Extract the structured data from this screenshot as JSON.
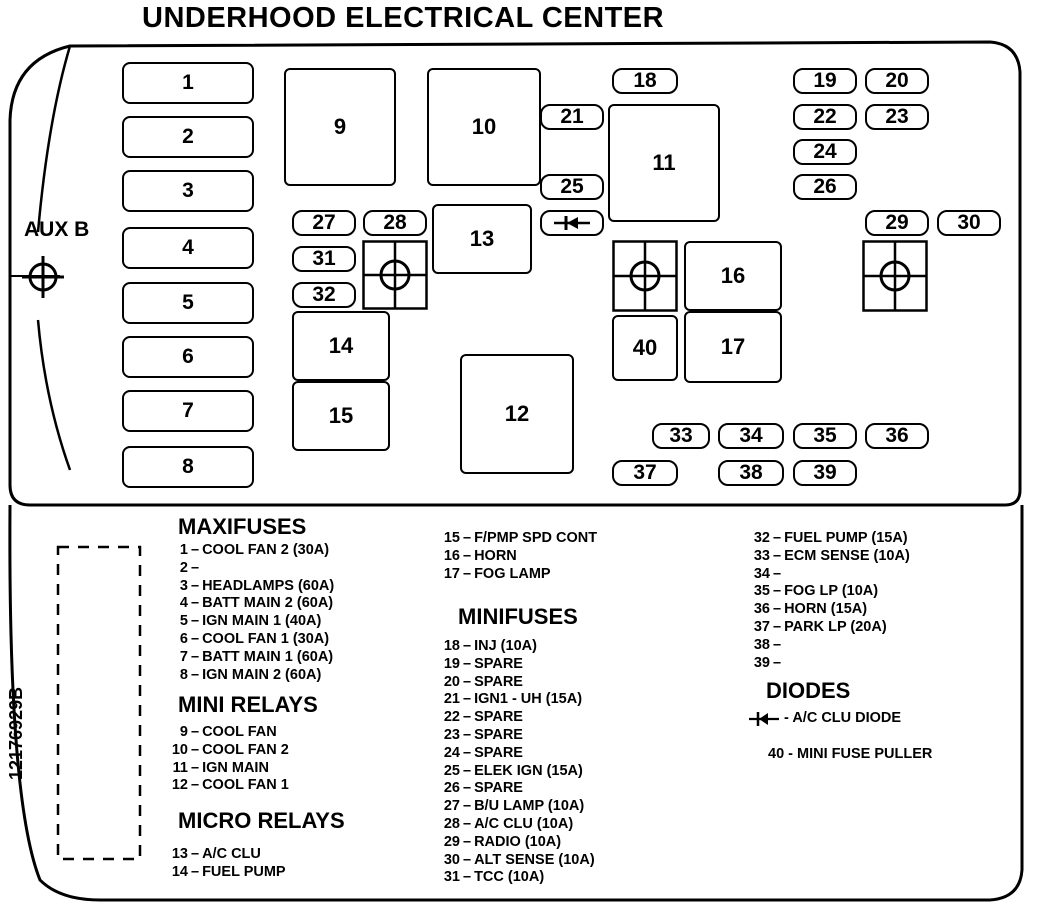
{
  "title": "UNDERHOOD ELECTRICAL CENTER",
  "aux_label": "AUX B",
  "part_number": "12176929B",
  "slots": {
    "s1": "1",
    "s2": "2",
    "s3": "3",
    "s4": "4",
    "s5": "5",
    "s6": "6",
    "s7": "7",
    "s8": "8",
    "s9": "9",
    "s10": "10",
    "s11": "11",
    "s12": "12",
    "s13": "13",
    "s14": "14",
    "s15": "15",
    "s16": "16",
    "s17": "17",
    "s18": "18",
    "s19": "19",
    "s20": "20",
    "s21": "21",
    "s22": "22",
    "s23": "23",
    "s24": "24",
    "s25": "25",
    "s26": "26",
    "s27": "27",
    "s28": "28",
    "s29": "29",
    "s30": "30",
    "s31": "31",
    "s32": "32",
    "s33": "33",
    "s34": "34",
    "s35": "35",
    "s36": "36",
    "s37": "37",
    "s38": "38",
    "s39": "39",
    "s40": "40"
  },
  "legend": {
    "maxifuses": {
      "heading": "MAXIFUSES",
      "items": [
        {
          "num": "1",
          "text": "COOL FAN 2 (30A)"
        },
        {
          "num": "2",
          "text": ""
        },
        {
          "num": "3",
          "text": "HEADLAMPS (60A)"
        },
        {
          "num": "4",
          "text": "BATT MAIN 2 (60A)"
        },
        {
          "num": "5",
          "text": "IGN MAIN 1 (40A)"
        },
        {
          "num": "6",
          "text": "COOL FAN 1 (30A)"
        },
        {
          "num": "7",
          "text": "BATT MAIN 1 (60A)"
        },
        {
          "num": "8",
          "text": "IGN MAIN 2 (60A)"
        }
      ]
    },
    "mini_relays": {
      "heading": "MINI RELAYS",
      "items": [
        {
          "num": "9",
          "text": "COOL FAN"
        },
        {
          "num": "10",
          "text": "COOL FAN 2"
        },
        {
          "num": "11",
          "text": "IGN MAIN"
        },
        {
          "num": "12",
          "text": "COOL FAN 1"
        }
      ]
    },
    "micro_relays": {
      "heading": "MICRO RELAYS",
      "items": [
        {
          "num": "13",
          "text": "A/C CLU"
        },
        {
          "num": "14",
          "text": "FUEL PUMP"
        }
      ]
    },
    "col2_top": {
      "items": [
        {
          "num": "15",
          "text": "F/PMP SPD CONT"
        },
        {
          "num": "16",
          "text": "HORN"
        },
        {
          "num": "17",
          "text": "FOG LAMP"
        }
      ]
    },
    "minifuses": {
      "heading": "MINIFUSES",
      "items": [
        {
          "num": "18",
          "text": "INJ (10A)"
        },
        {
          "num": "19",
          "text": "SPARE"
        },
        {
          "num": "20",
          "text": "SPARE"
        },
        {
          "num": "21",
          "text": "IGN1 - UH (15A)"
        },
        {
          "num": "22",
          "text": "SPARE"
        },
        {
          "num": "23",
          "text": "SPARE"
        },
        {
          "num": "24",
          "text": "SPARE"
        },
        {
          "num": "25",
          "text": "ELEK IGN (15A)"
        },
        {
          "num": "26",
          "text": "SPARE"
        },
        {
          "num": "27",
          "text": "B/U LAMP (10A)"
        },
        {
          "num": "28",
          "text": "A/C CLU (10A)"
        },
        {
          "num": "29",
          "text": "RADIO (10A)"
        },
        {
          "num": "30",
          "text": "ALT SENSE (10A)"
        },
        {
          "num": "31",
          "text": "TCC (10A)"
        }
      ]
    },
    "col3": {
      "items": [
        {
          "num": "32",
          "text": "FUEL PUMP (15A)"
        },
        {
          "num": "33",
          "text": "ECM SENSE (10A)"
        },
        {
          "num": "34",
          "text": ""
        },
        {
          "num": "35",
          "text": "FOG LP (10A)"
        },
        {
          "num": "36",
          "text": "HORN (15A)"
        },
        {
          "num": "37",
          "text": "PARK LP (20A)"
        },
        {
          "num": "38",
          "text": ""
        },
        {
          "num": "39",
          "text": ""
        }
      ]
    },
    "diodes": {
      "heading": "DIODES",
      "diode_text": "- A/C CLU DIODE",
      "puller": "40 - MINI FUSE PULLER"
    }
  }
}
